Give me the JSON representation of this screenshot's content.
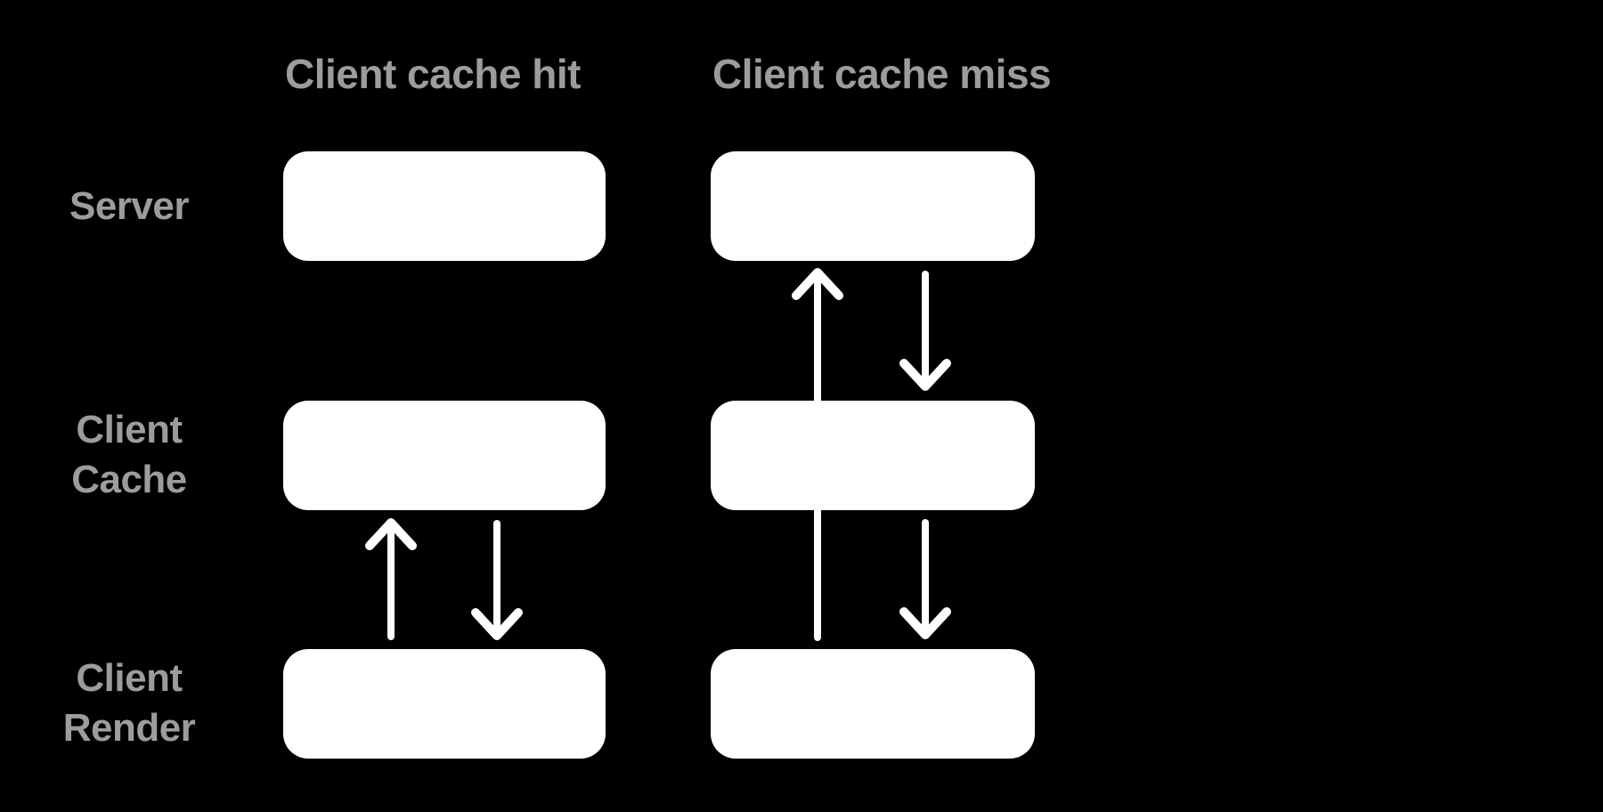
{
  "colors": {
    "background": "#000000",
    "box_fill": "#ffffff",
    "label_text": "#9c9c9c",
    "arrow": "#ffffff"
  },
  "columns": [
    {
      "key": "hit",
      "title": "Client cache hit"
    },
    {
      "key": "miss",
      "title": "Client cache miss"
    }
  ],
  "rows": [
    {
      "key": "server",
      "label": "Server"
    },
    {
      "key": "cache",
      "label": "Client Cache"
    },
    {
      "key": "render",
      "label": "Client Render"
    }
  ],
  "flows": [
    {
      "column": "hit",
      "from": "client-render",
      "to": "client-cache",
      "direction": "up"
    },
    {
      "column": "hit",
      "from": "client-cache",
      "to": "client-render",
      "direction": "down"
    },
    {
      "column": "miss",
      "from": "client-render",
      "to": "server",
      "direction": "up"
    },
    {
      "column": "miss",
      "from": "server",
      "to": "client-cache",
      "direction": "down"
    },
    {
      "column": "miss",
      "from": "client-cache",
      "to": "client-render",
      "direction": "down"
    }
  ]
}
